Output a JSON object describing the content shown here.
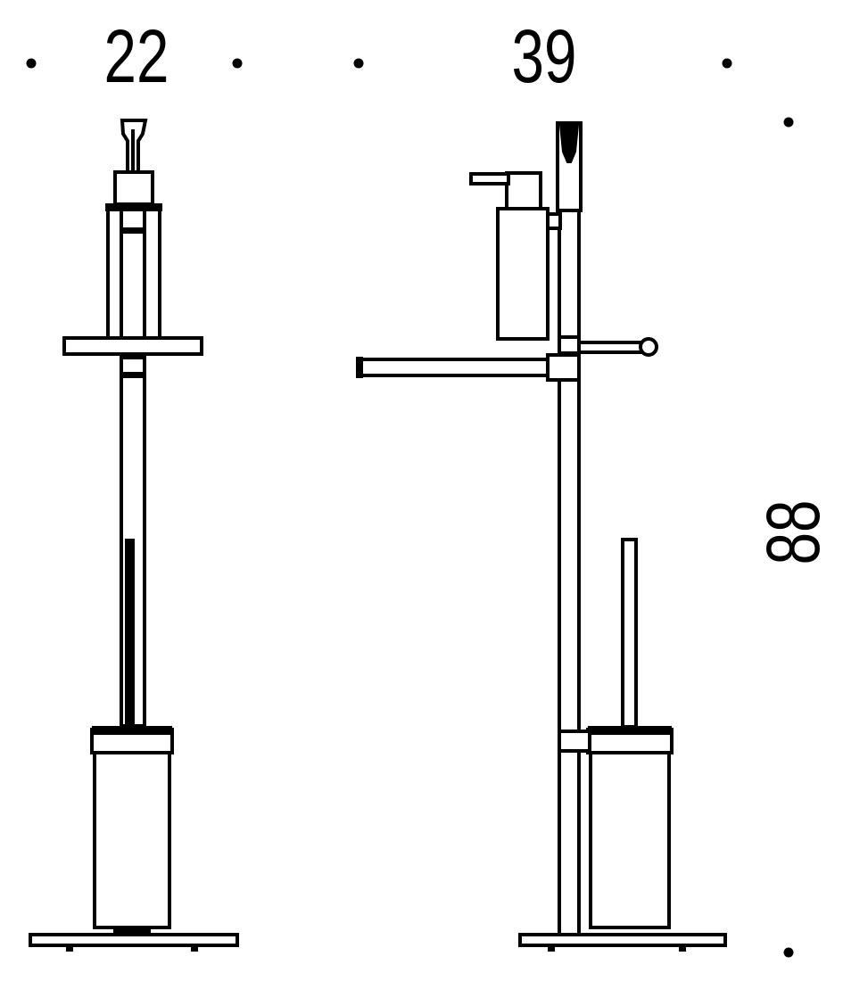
{
  "dimensions": {
    "width_front": "22",
    "width_side": "39",
    "height": "88"
  }
}
